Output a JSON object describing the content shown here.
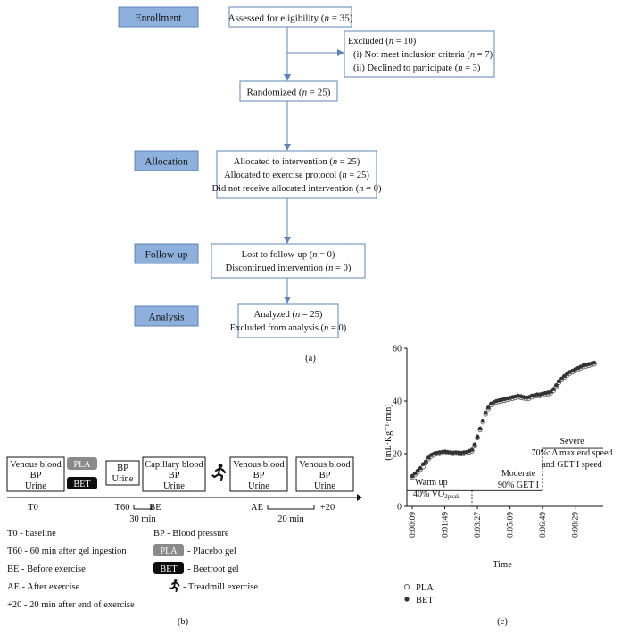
{
  "flow": {
    "stages": [
      {
        "label": "Enrollment"
      },
      {
        "label": "Allocation"
      },
      {
        "label": "Follow-up"
      },
      {
        "label": "Analysis"
      }
    ],
    "assessed": [
      "Assessed for eligibility (",
      "n",
      " = 35)"
    ],
    "excluded": {
      "title": [
        "Excluded (",
        "n",
        " = 10)"
      ],
      "line1": [
        "(i) Not meet inclusion criteria (",
        "n",
        " = 7)"
      ],
      "line2": [
        "(ii) Declined to participate (",
        "n",
        " = 3)"
      ]
    },
    "randomized": [
      "Randomized (",
      "n",
      " = 25)"
    ],
    "allocation": [
      [
        "Allocated to intervention (",
        "n",
        " = 25)"
      ],
      [
        "Allocated to exercise protocol (",
        "n",
        " = 25)"
      ],
      [
        "Did not receive allocated intervention (",
        "n",
        " = 0)"
      ]
    ],
    "followup": [
      [
        "Lost to follow-up (",
        "n",
        " = 0)"
      ],
      [
        "Discontinued intervention (",
        "n",
        " = 0)"
      ]
    ],
    "analysis": [
      [
        "Analyzed (",
        "n",
        " = 25)"
      ],
      [
        "Excluded from analysis (",
        "n",
        " = 0)"
      ]
    ],
    "caption": "(a)"
  },
  "protocol": {
    "box1": [
      "Venous blood",
      "BP",
      "Urine"
    ],
    "pla_badge": "PLA",
    "bet_badge": "BET",
    "box2": [
      "BP",
      "Urine"
    ],
    "box3": [
      "Capillary blood",
      "BP",
      "Urine"
    ],
    "box4": [
      "Venous blood",
      "BP",
      "Urine"
    ],
    "box5": [
      "Venous blood",
      "BP",
      "Urine"
    ],
    "t0": "T0",
    "t60": "T60",
    "be": "BE",
    "ae": "AE",
    "plus20": "+20",
    "int30": "30 min",
    "int20": "20 min",
    "legend_left": [
      "T0 - baseline",
      "T60 - 60 min after gel ingestion",
      "BE - Before exercise",
      "AE - After exercise",
      "+20 - 20 min after end of exercise"
    ],
    "legend_bp": "BP - Blood pressure",
    "legend_pla": "- Placebo gel",
    "legend_bet": "- Beetroot gel",
    "legend_tread": "- Treadmill exercise",
    "caption": "(b)"
  },
  "chart_data": {
    "type": "scatter",
    "ylabel": "(mL·Kg⁻¹·min)",
    "xlabel": "Time",
    "ylim": [
      0,
      60
    ],
    "yticks": [
      0,
      20,
      40,
      60
    ],
    "xticks": [
      "0:00:09",
      "0:01:49",
      "0:03:27",
      "0:05:09",
      "0:06:49",
      "0:08:29"
    ],
    "annotations": {
      "warmup": {
        "l1": "Warm up",
        "l2a": "40% VO",
        "l2sub": "2peak"
      },
      "moderate": {
        "l1": "Moderate",
        "l2": "90% GET I"
      },
      "severe": {
        "l1": "Severe",
        "l2": "70%: Δ max end speed",
        "l3": "and GET I speed"
      }
    },
    "series": [
      {
        "name": "PLA",
        "values": [
          11,
          12,
          13,
          14,
          15,
          16.5,
          18,
          19,
          19.5,
          20,
          20,
          20.2,
          20.4,
          20.3,
          20.2,
          20,
          20.1,
          20,
          19.9,
          20,
          20.2,
          20.6,
          21,
          23,
          26,
          29,
          32,
          35,
          37,
          38.5,
          39,
          39.5,
          39.8,
          40,
          40.2,
          40.5,
          40.8,
          41,
          41.2,
          41.5,
          41.3,
          41.1,
          40.8,
          41,
          41.5,
          41.8,
          42,
          42,
          42.3,
          42.5,
          42.7,
          43,
          44,
          45.5,
          47,
          48,
          49,
          49.8,
          50.5,
          51,
          51.5,
          52,
          52.5,
          53,
          53.2,
          53.5,
          53.7,
          54
        ]
      },
      {
        "name": "BET",
        "values": [
          11.5,
          12.5,
          13.5,
          14.5,
          16,
          17,
          18.5,
          19.5,
          20,
          20.3,
          20.5,
          20.6,
          20.8,
          20.6,
          20.5,
          20.4,
          20.5,
          20.4,
          20.3,
          20.5,
          20.6,
          21,
          21.5,
          23.5,
          26.5,
          29.5,
          32.5,
          35.5,
          37.5,
          39,
          39.5,
          40,
          40.3,
          40.5,
          40.7,
          41,
          41.2,
          41.5,
          41.7,
          42,
          41.8,
          41.5,
          41.3,
          41.5,
          42,
          42.2,
          42.5,
          42.5,
          42.8,
          43,
          43.2,
          43.5,
          44.5,
          46,
          47.5,
          48.5,
          49.5,
          50.3,
          51,
          51.5,
          52,
          52.5,
          53,
          53.5,
          53.7,
          54,
          54.2,
          54.5
        ]
      }
    ],
    "legend": {
      "pla": "PLA",
      "bet": "BET"
    },
    "caption": "(c)"
  }
}
